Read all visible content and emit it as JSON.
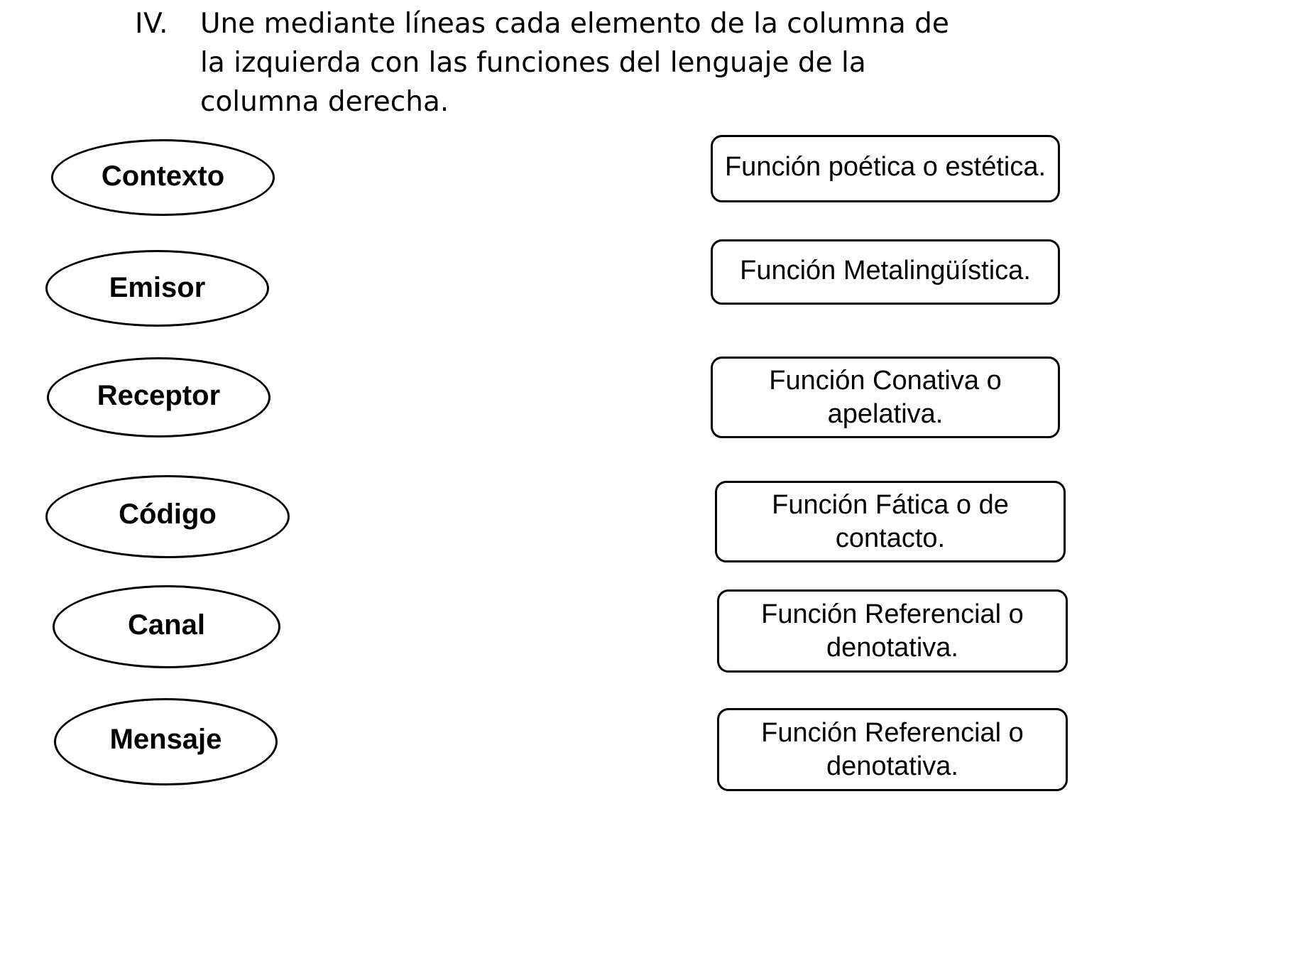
{
  "instruction": {
    "numeral": "IV.",
    "text": "Une mediante líneas cada elemento de la columna de la izquierda con las funciones del lenguaje de la columna derecha."
  },
  "left_column": {
    "items": [
      {
        "label": "Contexto"
      },
      {
        "label": "Emisor"
      },
      {
        "label": "Receptor"
      },
      {
        "label": "Código"
      },
      {
        "label": "Canal"
      },
      {
        "label": "Mensaje"
      }
    ]
  },
  "right_column": {
    "items": [
      {
        "label": "Función poética o estética."
      },
      {
        "label": "Función Metalingüística."
      },
      {
        "label": "Función Conativa o apelativa."
      },
      {
        "label": "Función Fática o de contacto."
      },
      {
        "label": "Función Referencial o denotativa."
      },
      {
        "label": "Función Referencial o denotativa."
      }
    ]
  },
  "colors": {
    "stroke": "#000000",
    "background": "#ffffff",
    "text": "#000000"
  }
}
